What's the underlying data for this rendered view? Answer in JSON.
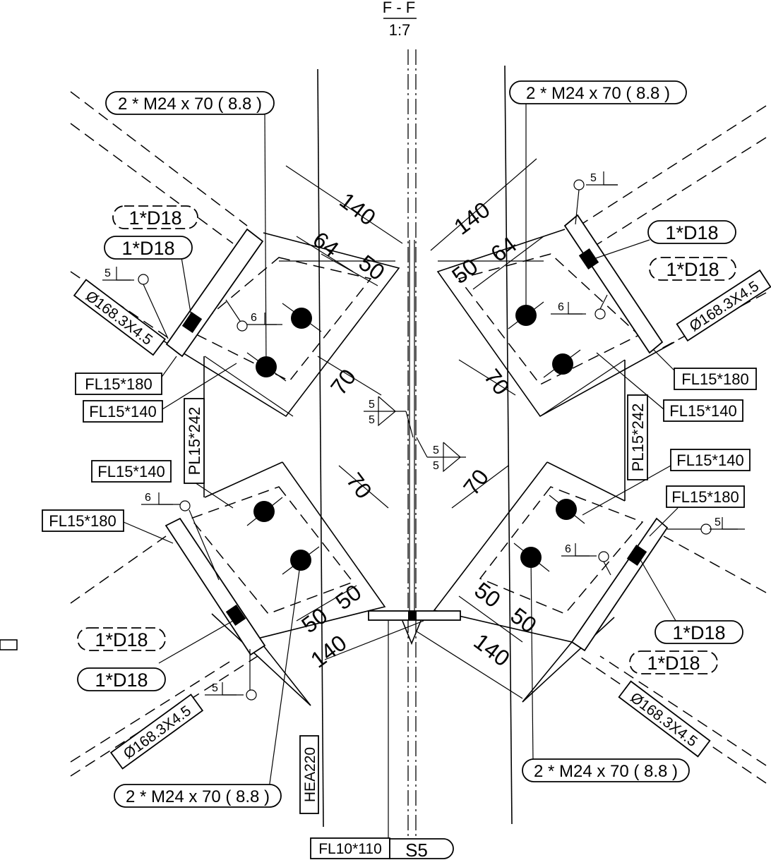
{
  "title": {
    "section": "F - F",
    "scale": "1:7"
  },
  "bolts": {
    "label": "2 * M24 x 70 ( 8.8 )"
  },
  "holes": {
    "label": "1*D18"
  },
  "tube": {
    "label": "Ø168.3X4.5"
  },
  "plates": {
    "fl180": "FL15*180",
    "fl140": "FL15*140",
    "pl242": "PL15*242",
    "fl110": "FL10*110",
    "hea": "HEA220"
  },
  "dims": {
    "d140": "140",
    "d64": "64",
    "d50": "50",
    "d70": "70"
  },
  "welds": {
    "w5": "5",
    "w6": "6"
  },
  "ref": {
    "label": "S5"
  }
}
